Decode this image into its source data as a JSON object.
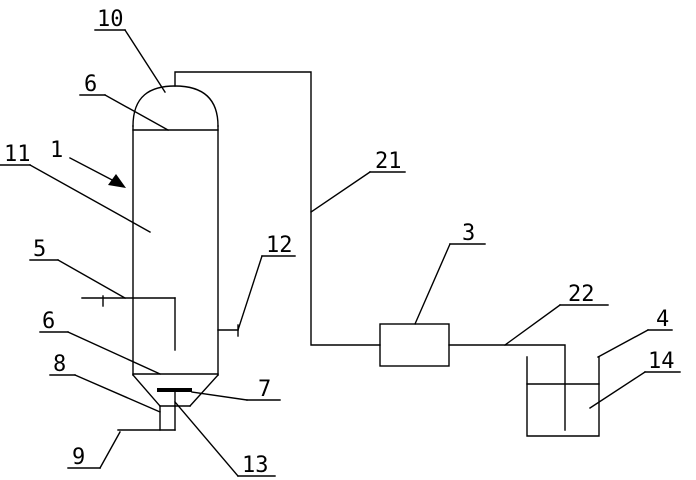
{
  "labels": {
    "l10": "10",
    "l6_top": "6",
    "l11": "11",
    "l1": "1",
    "l21": "21",
    "l3": "3",
    "l22": "22",
    "l4": "4",
    "l14": "14",
    "l12": "12",
    "l5": "5",
    "l6_bottom": "6",
    "l8": "8",
    "l7": "7",
    "l9": "9",
    "l13": "13"
  }
}
